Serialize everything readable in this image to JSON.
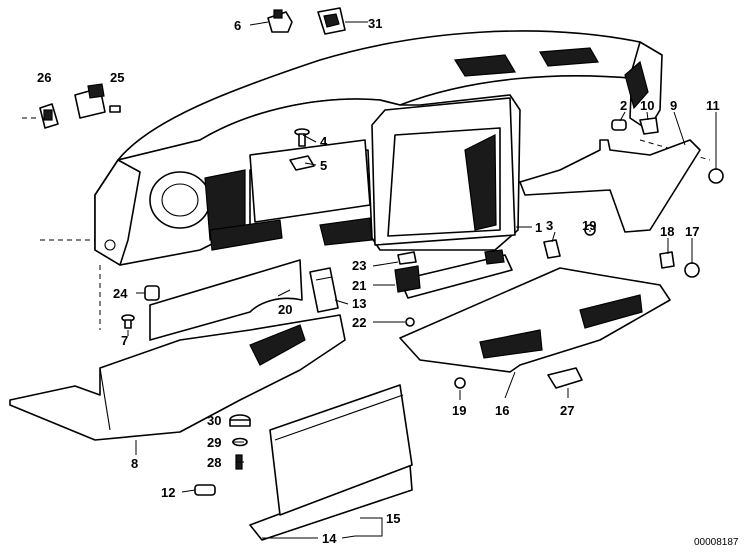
{
  "diagram": {
    "part_labels": [
      {
        "id": "6",
        "text": "6"
      },
      {
        "id": "31",
        "text": "31"
      },
      {
        "id": "26",
        "text": "26"
      },
      {
        "id": "25",
        "text": "25"
      },
      {
        "id": "4",
        "text": "4"
      },
      {
        "id": "5",
        "text": "5"
      },
      {
        "id": "2",
        "text": "2"
      },
      {
        "id": "10",
        "text": "10"
      },
      {
        "id": "9",
        "text": "9"
      },
      {
        "id": "11",
        "text": "11"
      },
      {
        "id": "1",
        "text": "1"
      },
      {
        "id": "3",
        "text": "3"
      },
      {
        "id": "19a",
        "text": "19"
      },
      {
        "id": "18",
        "text": "18"
      },
      {
        "id": "17",
        "text": "17"
      },
      {
        "id": "23",
        "text": "23"
      },
      {
        "id": "21",
        "text": "21"
      },
      {
        "id": "13",
        "text": "13"
      },
      {
        "id": "22",
        "text": "22"
      },
      {
        "id": "20",
        "text": "20"
      },
      {
        "id": "24",
        "text": "24"
      },
      {
        "id": "7",
        "text": "7"
      },
      {
        "id": "8",
        "text": "8"
      },
      {
        "id": "30",
        "text": "30"
      },
      {
        "id": "29",
        "text": "29"
      },
      {
        "id": "28",
        "text": "28"
      },
      {
        "id": "12",
        "text": "12"
      },
      {
        "id": "19b",
        "text": "19"
      },
      {
        "id": "16",
        "text": "16"
      },
      {
        "id": "27",
        "text": "27"
      },
      {
        "id": "15",
        "text": "15"
      },
      {
        "id": "14",
        "text": "14"
      }
    ],
    "reference_number": "00008187"
  }
}
